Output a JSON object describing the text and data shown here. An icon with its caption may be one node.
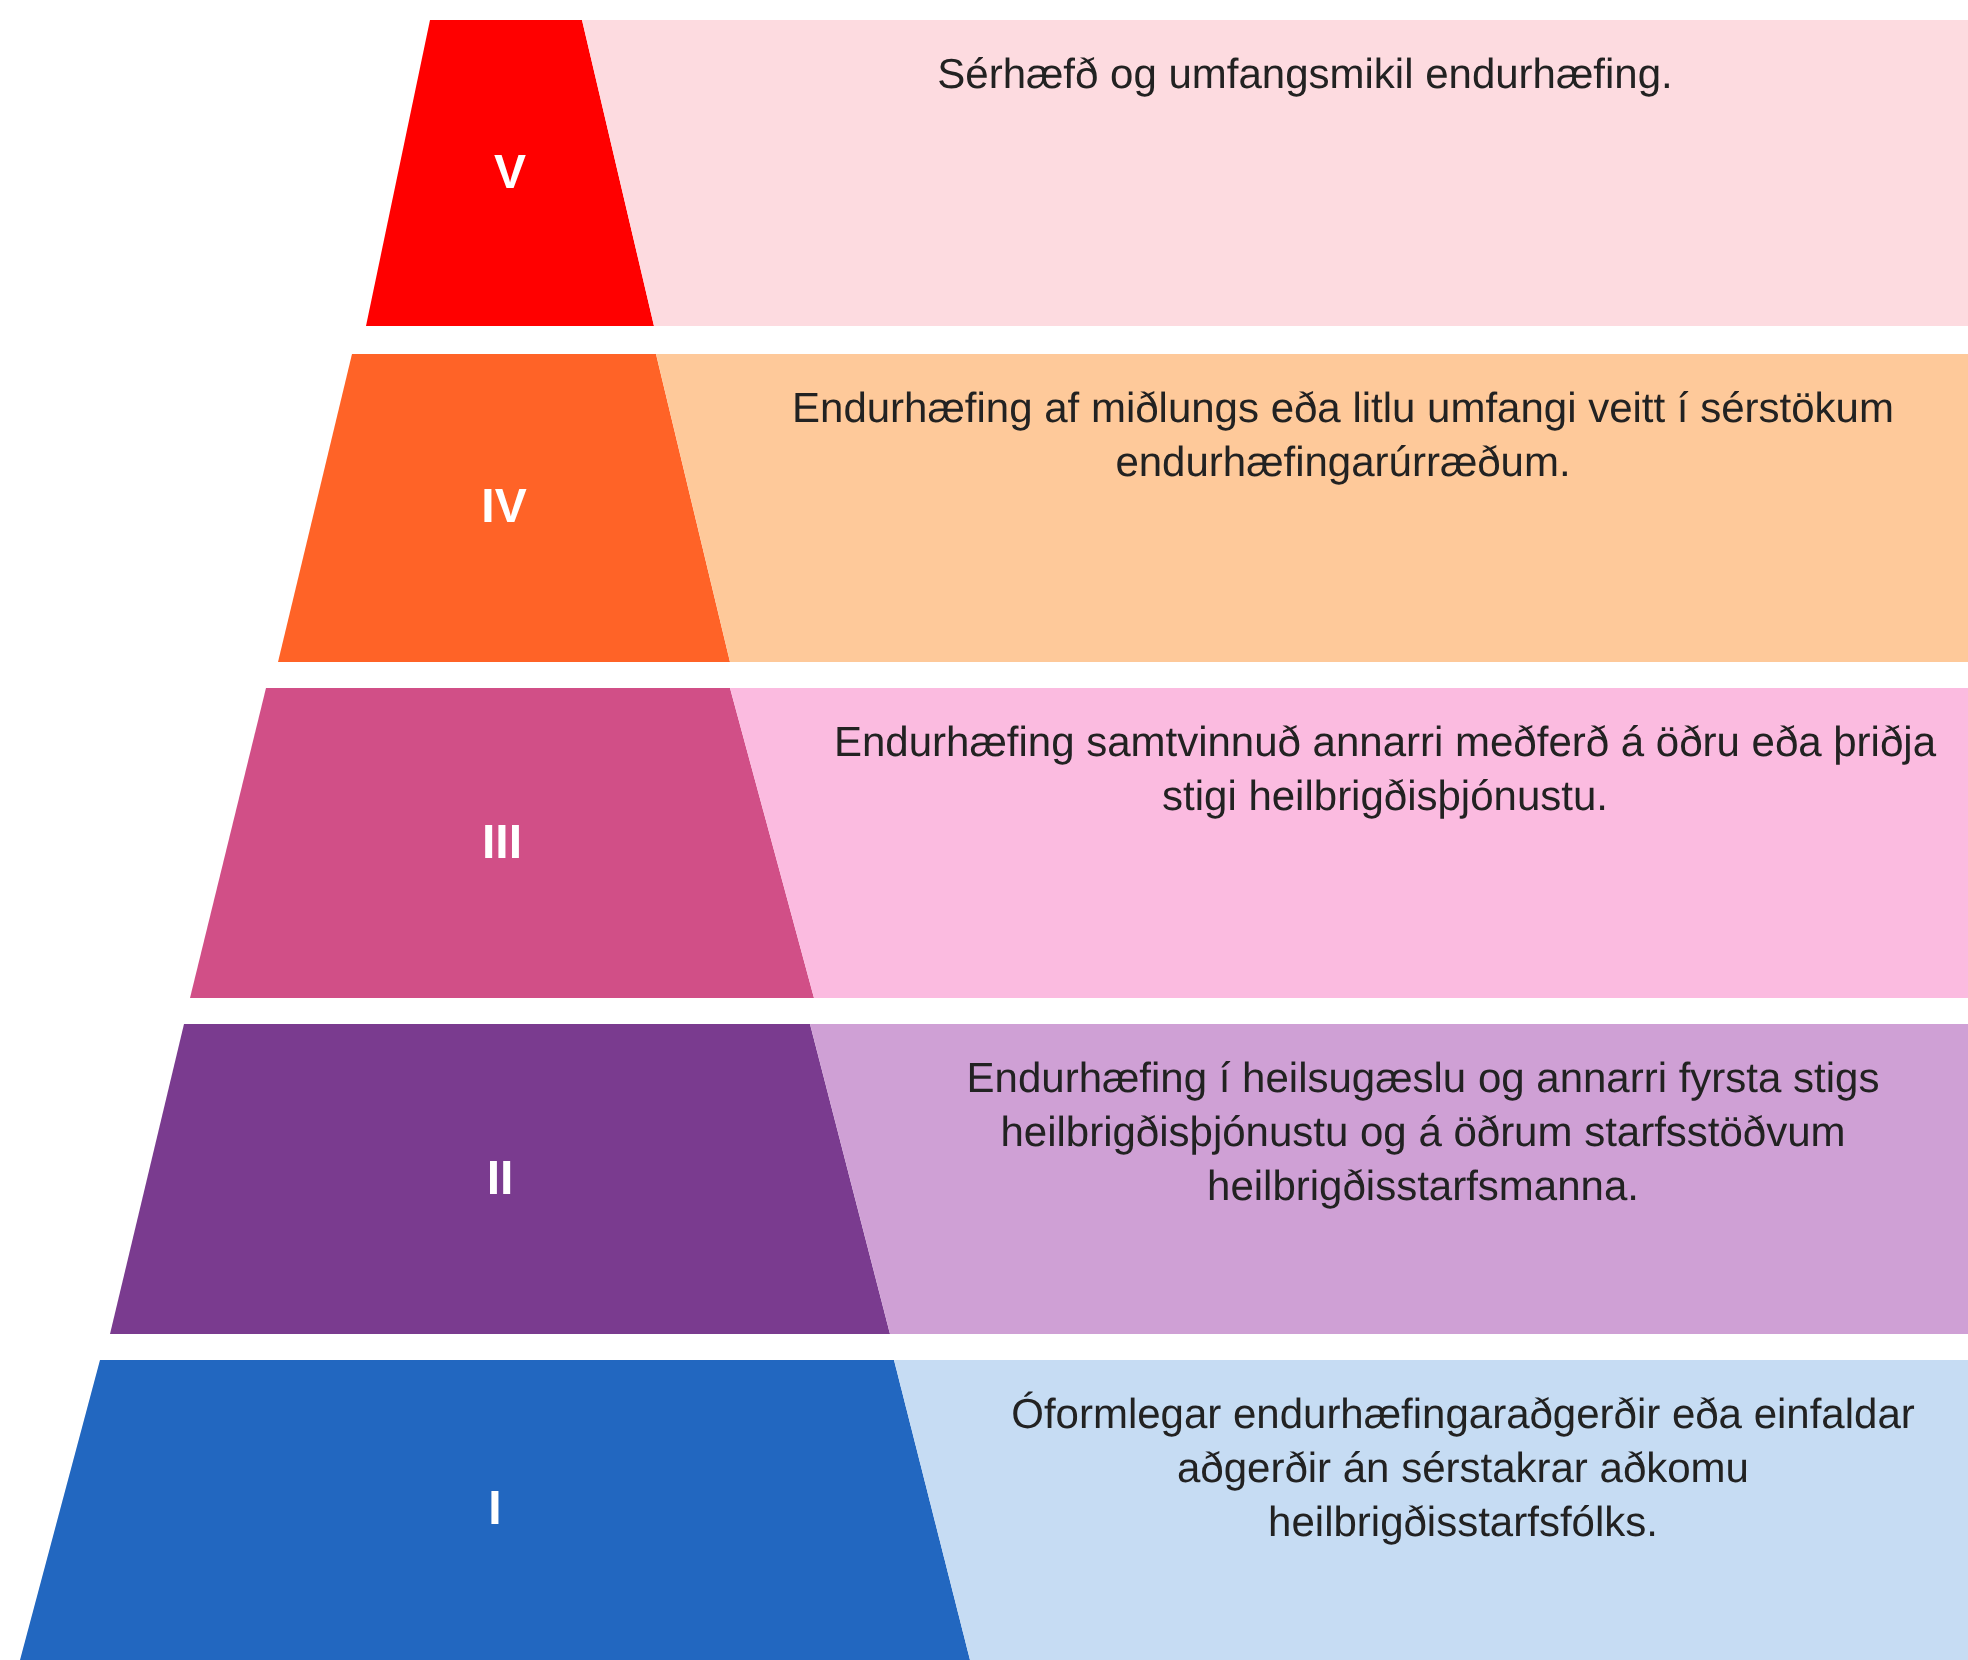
{
  "diagram": {
    "nodes": [
      {
        "text": [
          "V"
        ]
      },
      {
        "text": [
          "Sérhæfð og umfangsmikil endurhæfing."
        ]
      },
      {
        "text": [
          "IV"
        ]
      },
      {
        "text": [
          "Endurhæfing af miðlungs eða litlu umfangi veitt í sérstökum endurhæfingarúrræðum."
        ]
      },
      {
        "text": [
          "III"
        ]
      },
      {
        "text": [
          "Endurhæfing samtvinnuð annarri meðferð á öðru eða þriðja stigi heilbrigðisþjónustu."
        ]
      },
      {
        "text": [
          "II"
        ]
      },
      {
        "text": [
          "Endurhæfing í heilsugæslu og annarri fyrsta stigs heilbrigðisþjónustu og á öðrum starfsstöðvum heilbrigðisstarfsmanna."
        ]
      },
      {
        "text": [
          "I"
        ]
      },
      {
        "text": [
          "Óformlegar endurhæfingaraðgerðir eða einfaldar aðgerðir án sérstakrar aðkomu heilbrigðisstarfsfólks."
        ]
      }
    ]
  }
}
